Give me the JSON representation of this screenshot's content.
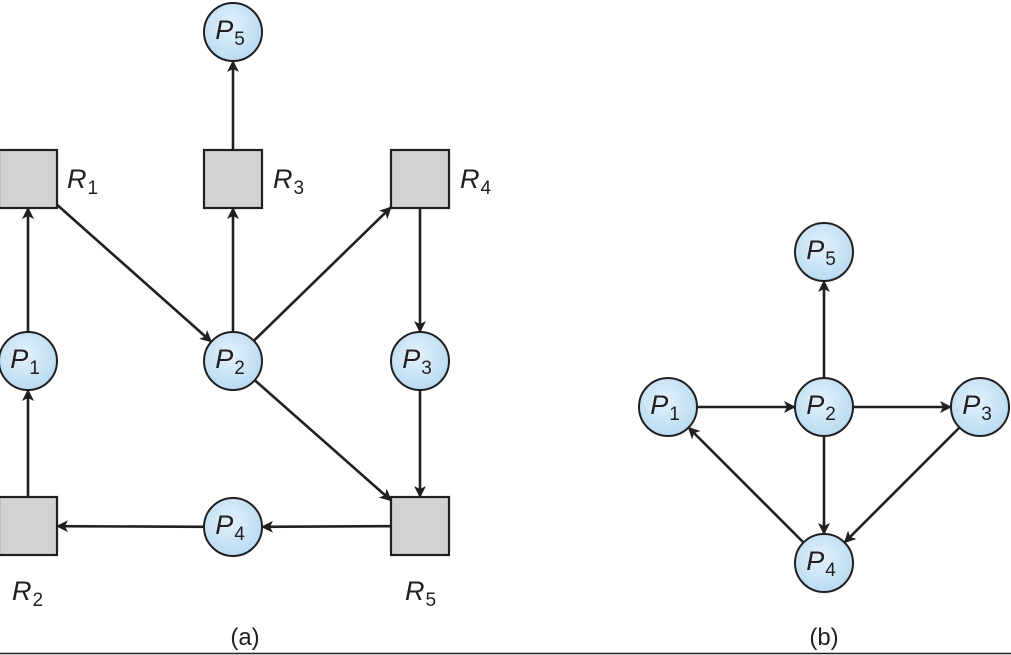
{
  "figure": {
    "panels": [
      {
        "id": "a",
        "caption": "(a)",
        "title": "Resource-allocation graph",
        "processes": [
          {
            "id": "P1",
            "letter": "P",
            "sub": "1"
          },
          {
            "id": "P2",
            "letter": "P",
            "sub": "2"
          },
          {
            "id": "P3",
            "letter": "P",
            "sub": "3"
          },
          {
            "id": "P4",
            "letter": "P",
            "sub": "4"
          },
          {
            "id": "P5",
            "letter": "P",
            "sub": "5"
          }
        ],
        "resources": [
          {
            "id": "R1",
            "letter": "R",
            "sub": "1"
          },
          {
            "id": "R2",
            "letter": "R",
            "sub": "2"
          },
          {
            "id": "R3",
            "letter": "R",
            "sub": "3"
          },
          {
            "id": "R4",
            "letter": "R",
            "sub": "4"
          },
          {
            "id": "R5",
            "letter": "R",
            "sub": "5"
          }
        ],
        "edges": [
          {
            "from": "R3",
            "to": "P5"
          },
          {
            "from": "P1",
            "to": "R1"
          },
          {
            "from": "R1",
            "to": "P2"
          },
          {
            "from": "P2",
            "to": "R3"
          },
          {
            "from": "P2",
            "to": "R4"
          },
          {
            "from": "R4",
            "to": "P3"
          },
          {
            "from": "P2",
            "to": "R5"
          },
          {
            "from": "P3",
            "to": "R5"
          },
          {
            "from": "R5",
            "to": "P4"
          },
          {
            "from": "P4",
            "to": "R2"
          },
          {
            "from": "R2",
            "to": "P1"
          }
        ]
      },
      {
        "id": "b",
        "caption": "(b)",
        "title": "Corresponding wait-for graph",
        "processes": [
          {
            "id": "P1",
            "letter": "P",
            "sub": "1"
          },
          {
            "id": "P2",
            "letter": "P",
            "sub": "2"
          },
          {
            "id": "P3",
            "letter": "P",
            "sub": "3"
          },
          {
            "id": "P4",
            "letter": "P",
            "sub": "4"
          },
          {
            "id": "P5",
            "letter": "P",
            "sub": "5"
          }
        ],
        "edges": [
          {
            "from": "P1",
            "to": "P2"
          },
          {
            "from": "P2",
            "to": "P3"
          },
          {
            "from": "P2",
            "to": "P5"
          },
          {
            "from": "P2",
            "to": "P4"
          },
          {
            "from": "P3",
            "to": "P4"
          },
          {
            "from": "P4",
            "to": "P1"
          }
        ]
      }
    ],
    "colors": {
      "process_fill": "#c9e3f5",
      "resource_fill": "#d0d2d3",
      "stroke": "#231f20"
    }
  }
}
